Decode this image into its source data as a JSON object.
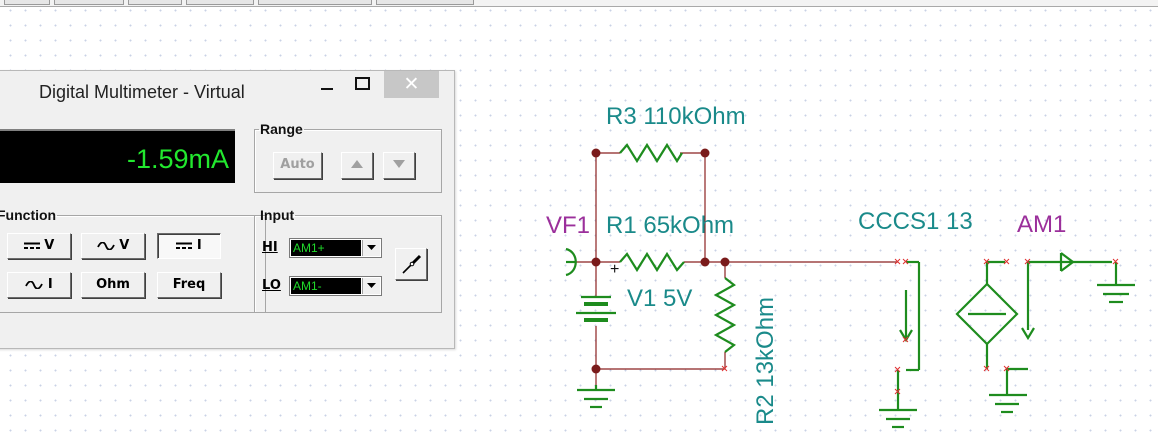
{
  "window": {
    "title": "Digital Multimeter - Virtual",
    "close_glyph": "✕"
  },
  "display": {
    "value": "-1.59mA"
  },
  "range": {
    "label": "Range",
    "auto_label": "Auto"
  },
  "function": {
    "label": "Function",
    "buttons": [
      {
        "label": "V",
        "icon": "dc-symbol-icon"
      },
      {
        "label": "V",
        "icon": "ac-wave-icon"
      },
      {
        "label": "I",
        "icon": "dc-symbol-icon",
        "pressed": true
      },
      {
        "label": "I",
        "icon": "ac-wave-icon"
      },
      {
        "label": "Ohm"
      },
      {
        "label": "Freq"
      }
    ]
  },
  "input": {
    "label": "Input",
    "hi_label": "HI",
    "hi_value": "AM1+",
    "lo_label": "LO",
    "lo_value": "AM1-",
    "probe_icon": "probe-icon"
  },
  "schematic": {
    "labels": {
      "r3": "R3 110kOhm",
      "vf1": "VF1",
      "r1": "R1 65kOhm",
      "cccs1": "CCCS1 13",
      "am1": "AM1",
      "v1": "V1 5V",
      "r2": "R2 13kOhm",
      "plus": "+"
    },
    "colors": {
      "label": "#1a8a8a",
      "component": "#1e8c1e",
      "wire": "#8b2222",
      "meter_label": "#9b2f9b",
      "junction": "#7a1b1b",
      "end_marker": "#e03030"
    }
  }
}
